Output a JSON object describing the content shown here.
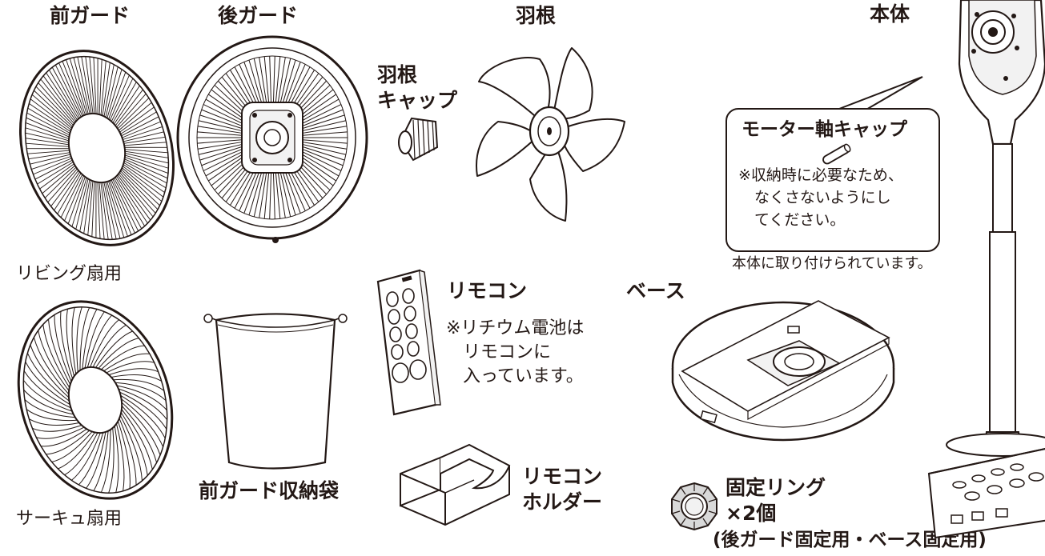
{
  "labels": {
    "front_guard": "前ガード",
    "rear_guard": "後ガード",
    "blade": "羽根",
    "blade_cap_1": "羽根",
    "blade_cap_2": "キャップ",
    "body": "本体",
    "motor_cap": "モーター軸キャップ",
    "motor_note_1": "※収納時に必要なため、",
    "motor_note_2": "なくさないようにし",
    "motor_note_3": "てください。",
    "attached_note": "本体に取り付けられています。",
    "living_fan": "リビング扇用",
    "remote": "リモコン",
    "battery_1": "※リチウム電池は",
    "battery_2": "リモコンに",
    "battery_3": "入っています。",
    "base": "ベース",
    "circulator_fan": "サーキュ扇用",
    "guard_bag": "前ガード収納袋",
    "remote_holder_1": "リモコン",
    "remote_holder_2": "ホルダー",
    "ring_1": "固定リング",
    "ring_2": "×2個",
    "ring_3": "(後ガード固定用・ベース固定用)"
  },
  "colors": {
    "line": "#231815",
    "fill_light": "#f2f2f2",
    "fill_mid": "#d9d9d9"
  }
}
